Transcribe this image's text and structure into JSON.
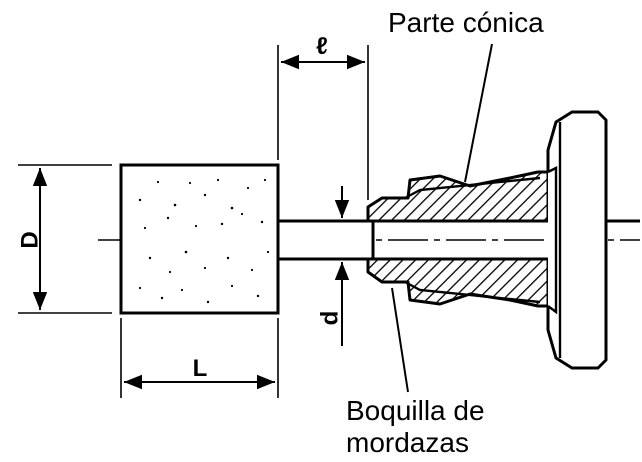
{
  "labels": {
    "dim_D": "D",
    "dim_L": "L",
    "dim_l": "ℓ",
    "dim_d": "d",
    "callout_conical": "Parte cónica",
    "callout_collet_line1": "Boquilla de",
    "callout_collet_line2": "mordazas"
  },
  "colors": {
    "ink": "#000000",
    "paper": "#ffffff"
  }
}
